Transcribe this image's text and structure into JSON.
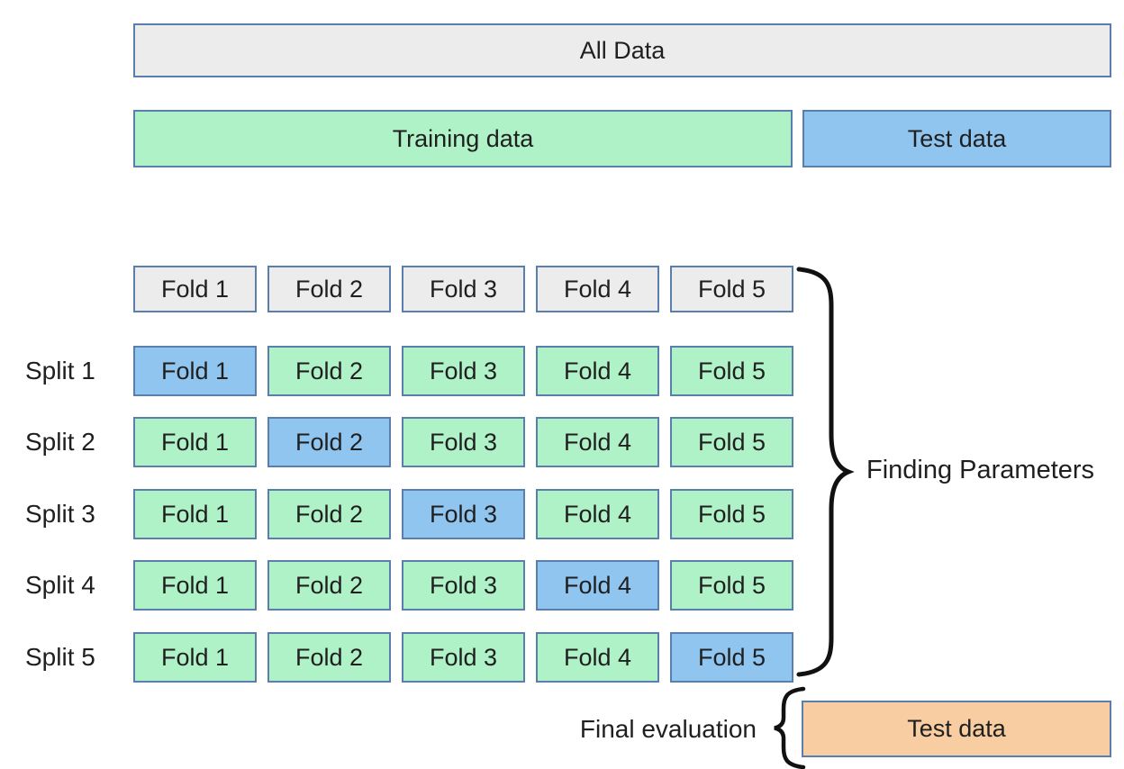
{
  "diagram": {
    "all_data_label": "All Data",
    "training_label": "Training data",
    "test_label": "Test data",
    "fold_headers": [
      "Fold 1",
      "Fold 2",
      "Fold 3",
      "Fold 4",
      "Fold 5"
    ],
    "splits": [
      {
        "label": "Split 1",
        "folds": [
          "Fold 1",
          "Fold 2",
          "Fold 3",
          "Fold 4",
          "Fold 5"
        ],
        "test_fold_index": 0
      },
      {
        "label": "Split 2",
        "folds": [
          "Fold 1",
          "Fold 2",
          "Fold 3",
          "Fold 4",
          "Fold 5"
        ],
        "test_fold_index": 1
      },
      {
        "label": "Split 3",
        "folds": [
          "Fold 1",
          "Fold 2",
          "Fold 3",
          "Fold 4",
          "Fold 5"
        ],
        "test_fold_index": 2
      },
      {
        "label": "Split 4",
        "folds": [
          "Fold 1",
          "Fold 2",
          "Fold 3",
          "Fold 4",
          "Fold 5"
        ],
        "test_fold_index": 3
      },
      {
        "label": "Split 5",
        "folds": [
          "Fold 1",
          "Fold 2",
          "Fold 3",
          "Fold 4",
          "Fold 5"
        ],
        "test_fold_index": 4
      }
    ],
    "finding_parameters_label": "Finding Parameters",
    "final_evaluation_label": "Final evaluation",
    "final_test_label": "Test data"
  },
  "colors": {
    "border": "#5b7fac",
    "gray": "#ececec",
    "green": "#b0f2c8",
    "blue": "#90c5f0",
    "orange": "#f8cda1",
    "text": "#1f1f1f",
    "brace": "#111111"
  }
}
